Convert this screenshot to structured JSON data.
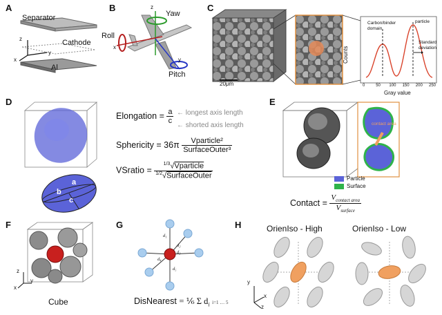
{
  "panels": {
    "a": {
      "letter": "A",
      "separator": "Separator",
      "cathode": "Cathode",
      "al": "Al",
      "axis_x": "x",
      "axis_y": "y",
      "axis_z": "z"
    },
    "b": {
      "letter": "B",
      "yaw": "Yaw",
      "roll": "Roll",
      "pitch": "Pitch",
      "axis_x": "x",
      "axis_y": "y",
      "axis_z": "z"
    },
    "c": {
      "letter": "C",
      "scale_bar": "20μm",
      "ylabel": "Counts",
      "xlabel": "Gray value",
      "carbon_label_1": "Carbon/binder",
      "carbon_label_2": "domain",
      "particle_label": "particle",
      "std_label_1": "Standard",
      "std_label_2": "deviation",
      "ticks": [
        "0",
        "50",
        "100",
        "150",
        "200",
        "250"
      ]
    },
    "d": {
      "letter": "D",
      "a": "a",
      "b": "b",
      "c": "c",
      "elongation": "Elongation",
      "eq": "=",
      "frac_a": "a",
      "frac_c": "c",
      "note_a": "longest axis length",
      "note_c": "shorted axis length",
      "sphericity": "Sphericity",
      "sph_coef": "36π",
      "sph_num": "Vparticle²",
      "sph_den": "SurfaceOuter³",
      "vsratio": "VSratio",
      "vs_num_root": "1/3",
      "vs_num": "Vparticle",
      "vs_den_root": "1/2",
      "vs_den": "SurfaceOuter"
    },
    "e": {
      "letter": "E",
      "contact_area": "contact area",
      "legend_particle": "Particle",
      "legend_surface": "Surface",
      "contact": "Contact",
      "contact_num": "V",
      "contact_num_sub": "contact area",
      "contact_den": "V",
      "contact_den_sub": "surface"
    },
    "f": {
      "letter": "F",
      "caption": "Cube",
      "axis_x": "x",
      "axis_y": "y",
      "axis_z": "z"
    },
    "g": {
      "letter": "G",
      "d1": "d₁",
      "d2": "d₂",
      "d3": "d₃",
      "d4": "d₄",
      "d5": "d₅",
      "formula_lhs": "DisNearest",
      "formula_rhs": "= ⅙ Σ d",
      "sum_limits": "i=1 … 5",
      "sub_i": "i"
    },
    "h": {
      "letter": "H",
      "high": "OrienIso - High",
      "low": "OrienIso - Low",
      "axis_x": "x",
      "axis_y": "y",
      "axis_z": "z"
    }
  },
  "colors": {
    "particle_blue": "#5b63d8",
    "surface_green": "#2fb34a",
    "highlight_orange": "#f0a060",
    "red": "#c8201e",
    "node_blue": "#a9cdee"
  },
  "icons": [
    "cube-outline-icon",
    "airplane-icon",
    "bell-curve-icon",
    "ellipsoid-icon",
    "sphere-node-icon"
  ]
}
